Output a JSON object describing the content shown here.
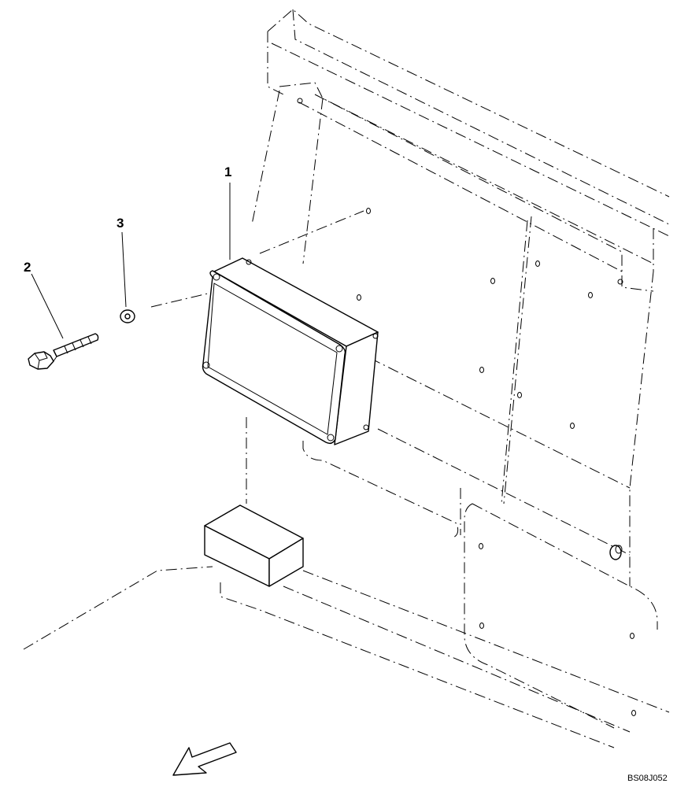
{
  "callouts": {
    "part1": "1",
    "part2": "2",
    "part3": "3"
  },
  "drawing_code": "BS08J052",
  "icons": [
    "direction-arrow-icon"
  ],
  "colors": {
    "ink": "#000000",
    "paper": "#ffffff"
  }
}
